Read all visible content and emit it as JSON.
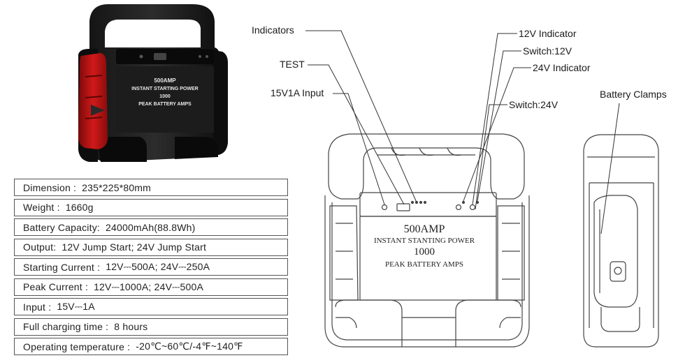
{
  "product_photo": {
    "panel": {
      "line1": "500AMP",
      "line2": "INSTANT STARTING POWER",
      "line3": "1000",
      "line4": "PEAK BATTERY AMPS"
    }
  },
  "specs": [
    {
      "label": "Dimension :",
      "value": "235*225*80mm"
    },
    {
      "label": "Weight :",
      "value": "1660g"
    },
    {
      "label": "Battery Capacity:",
      "value": "24000mAh(88.8Wh)"
    },
    {
      "label": "Output:",
      "value": "12V Jump Start; 24V Jump Start"
    },
    {
      "label": "Starting Current :",
      "value": "12V⎓500A; 24V⎓250A"
    },
    {
      "label": "Peak Current :",
      "value": "12V⎓1000A; 24V⎓500A"
    },
    {
      "label": "Input :",
      "value": "15V⎓1A"
    },
    {
      "label": "Full charging time :",
      "value": "8 hours"
    },
    {
      "label": "Operating temperature :",
      "value": "-20℃~60℃/-4℉~140℉"
    }
  ],
  "diagram": {
    "callouts": {
      "indicators": "Indicators",
      "test": "TEST",
      "input": "15V1A Input",
      "ind12": "12V Indicator",
      "sw12": "Switch:12V",
      "ind24": "24V Indicator",
      "sw24": "Switch:24V",
      "clamps": "Battery Clamps"
    },
    "panel": {
      "line1": "500AMP",
      "line2": "INSTANT STANTING POWER",
      "line3": "1000",
      "line4": "PEAK BATTERY AMPS"
    }
  }
}
